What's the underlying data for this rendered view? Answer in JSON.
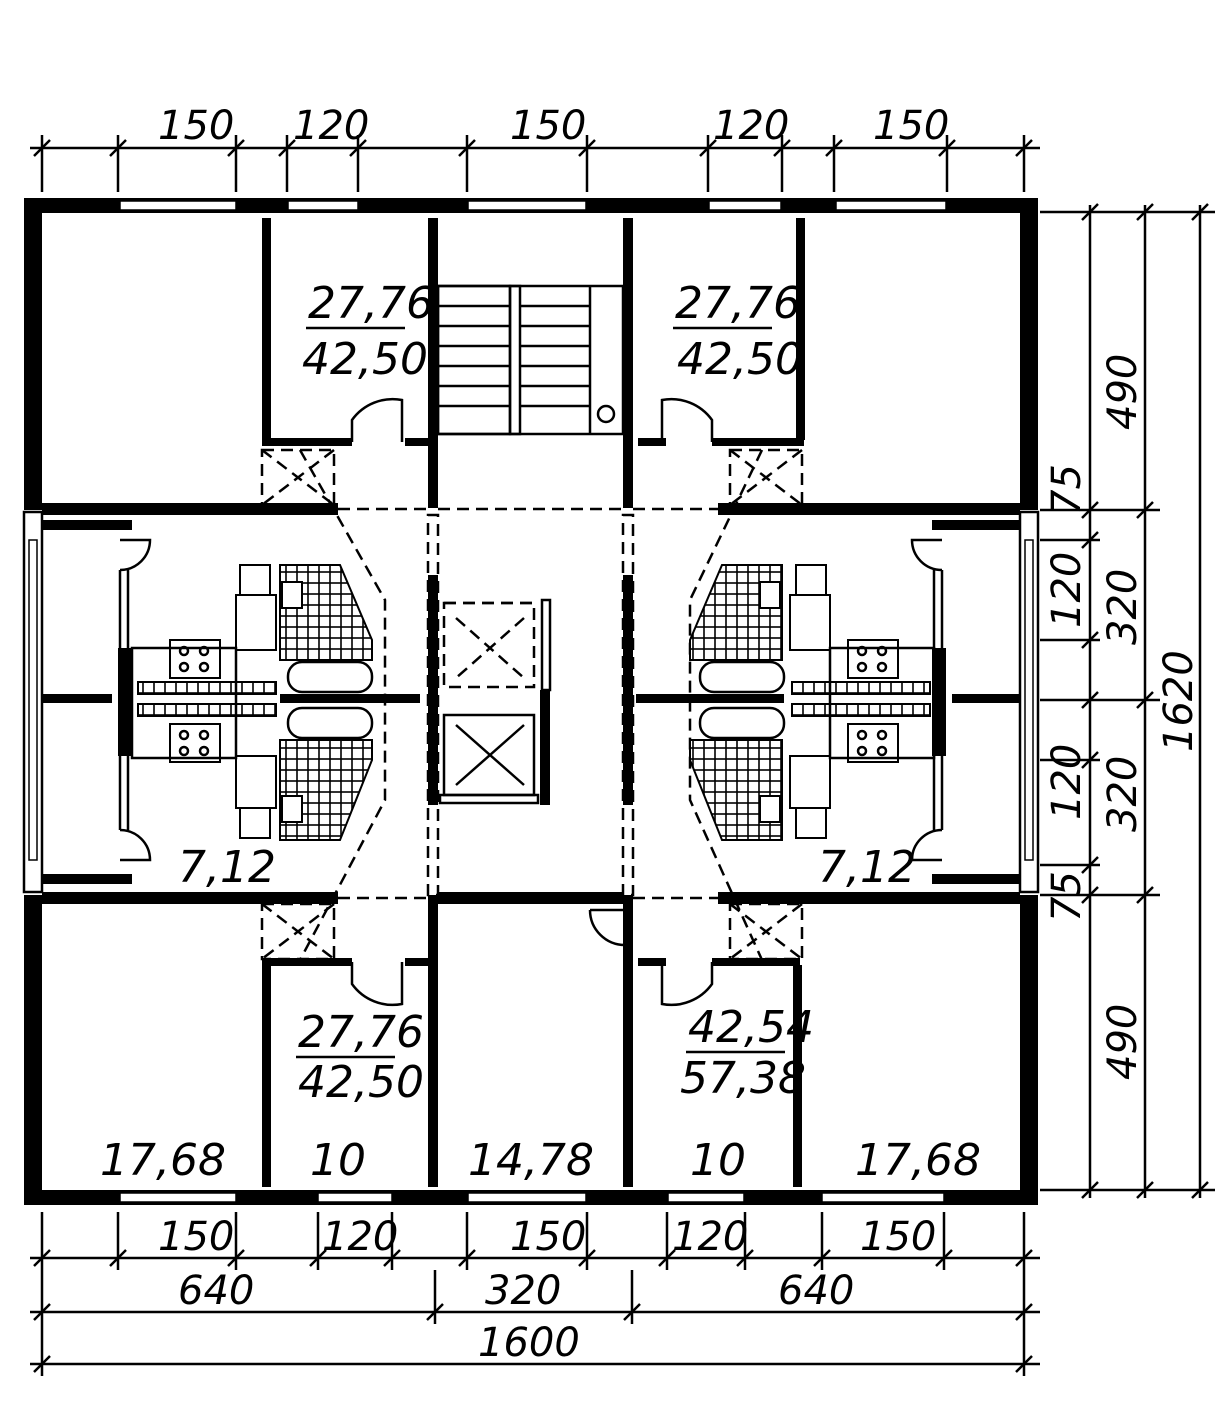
{
  "dimensions": {
    "top": [
      "150",
      "120",
      "150",
      "120",
      "150"
    ],
    "bottom_segments": [
      "150",
      "120",
      "150",
      "120",
      "150"
    ],
    "bottom_spans": [
      "640",
      "320",
      "640"
    ],
    "bottom_total": "1600",
    "right_inner": [
      "75",
      "120",
      "120",
      "75"
    ],
    "right_middle": [
      "490",
      "320",
      "320",
      "490"
    ],
    "right_total": "1620"
  },
  "apartments": [
    {
      "living": "27,76",
      "total": "42,50"
    },
    {
      "living": "27,76",
      "total": "42,50"
    },
    {
      "living": "27,76",
      "total": "42,50"
    },
    {
      "living": "42,54",
      "total": "57,38"
    }
  ],
  "room_areas": {
    "kitchen_left": "7,12",
    "kitchen_right": "7,12",
    "bottom": [
      "17,68",
      "10",
      "14,78",
      "10",
      "17,68"
    ]
  },
  "icons": [
    "elevator-icon",
    "stair-icon",
    "bathtub-icon",
    "stove-icon",
    "toilet-icon",
    "door-swing-icon"
  ]
}
